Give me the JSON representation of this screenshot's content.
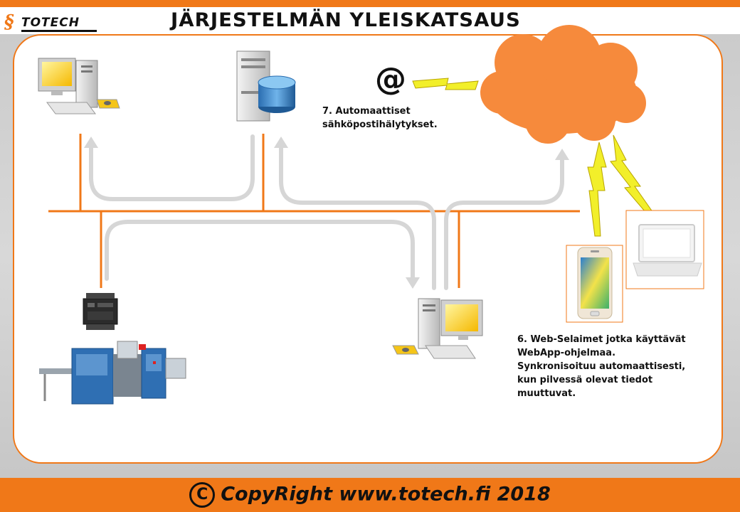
{
  "header": {
    "logo_text": "TOTECH",
    "title": "JÄRJESTELMÄN YLEISKATSAUS"
  },
  "notes": {
    "email_symbol": "@",
    "email_alerts": "7. Automaattiset\nsähköpostihälytykset.",
    "web_browsers": "6. Web-Selaimet jotka käyttävät\nWebApp-ohjelmaa.\nSynkronisoituu automaattisesti,\nkun pilvessä olevat tiedot\nmuuttuvat."
  },
  "footer": {
    "copyright_symbol": "C",
    "text": "CopyRight www.totech.fi  2018"
  },
  "colors": {
    "accent": "#f07818",
    "cloud": "#f68a3c",
    "lightning": "#f2ef2a",
    "arrow": "#d6d6d6"
  },
  "icons": [
    "workstation-icon",
    "database-server-icon",
    "email-icon",
    "cloud-icon",
    "lightning-icon",
    "smartphone-icon",
    "laptop-icon",
    "plc-controller-icon",
    "production-machine-icon"
  ]
}
